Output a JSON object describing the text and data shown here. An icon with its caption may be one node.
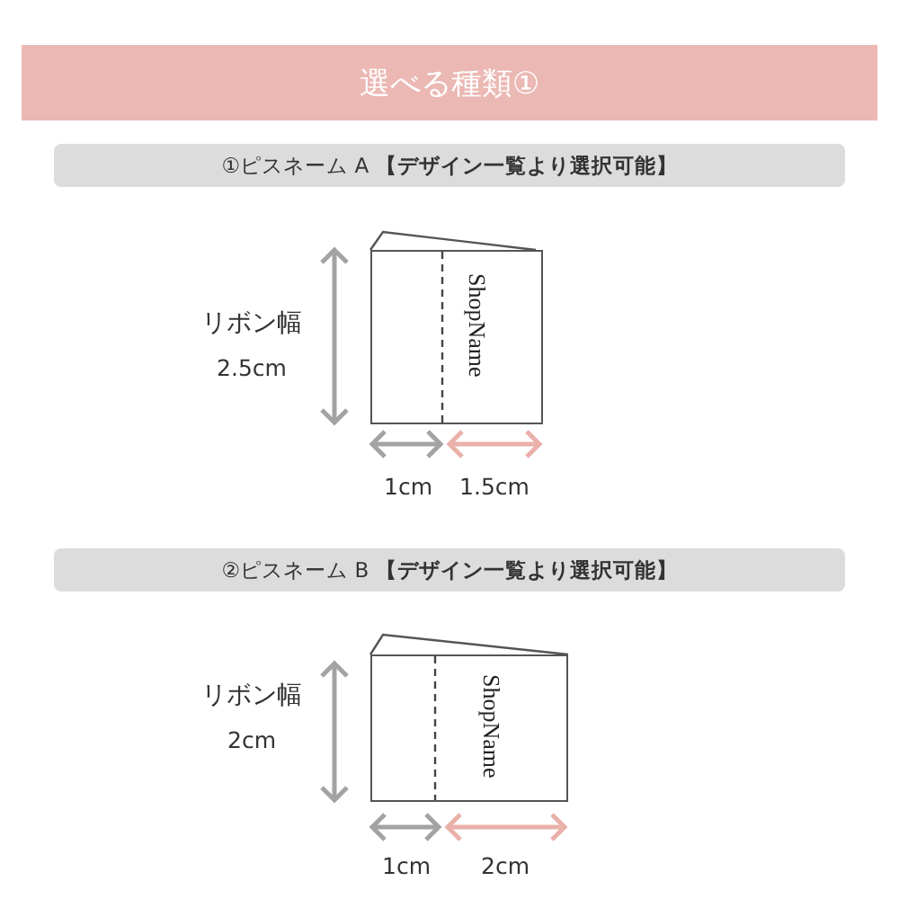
{
  "diagram": {
    "title": "選べる種類①",
    "nodes": [
      {
        "text": [
          "①ピスネーム A **【デザイン一覧より選択可能】**"
        ]
      },
      {
        "text": [
          "ShopName"
        ]
      },
      {
        "text": [
          "②ピスネーム B **【デザイン一覧より選択可能】**"
        ]
      },
      {
        "text": [
          "ShopName"
        ]
      }
    ],
    "edges": [],
    "labels": [
      "リボン幅",
      "2.5cm",
      "1cm",
      "1.5cm",
      "リボン幅",
      "2cm",
      "1cm",
      "2cm"
    ]
  }
}
